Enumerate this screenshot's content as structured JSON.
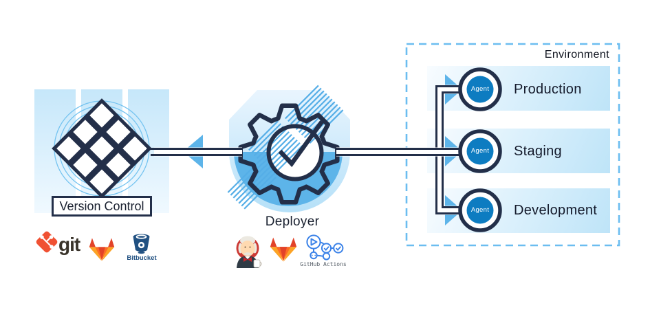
{
  "nodes": {
    "version_control": {
      "label": "Version Control",
      "tools": [
        "Git",
        "GitLab",
        "Bitbucket"
      ],
      "wordmarks": {
        "git": "git",
        "bitbucket": "Bitbucket"
      }
    },
    "deployer": {
      "label": "Deployer",
      "tools": [
        "Jenkins",
        "GitLab",
        "GitHub Actions"
      ],
      "caption_github_actions": "GitHub Actions"
    },
    "environment": {
      "label": "Environment",
      "agent": "Agent",
      "tiers": [
        {
          "label": "Production"
        },
        {
          "label": "Staging"
        },
        {
          "label": "Development"
        }
      ]
    }
  },
  "colors": {
    "outline_navy": "#232f49",
    "accent_blue": "#5db4e9",
    "agent_fill": "#0d7cc1",
    "dashed_border": "#6bbdf0",
    "hatch_blue": "#55aee7",
    "git_red": "#f05133",
    "gitlab_orange": "#fc6d26",
    "gitlab_red": "#e24329",
    "gitlab_amber": "#fca326",
    "bitbucket_blue": "#205081",
    "jenkins_red": "#cc3a35",
    "github_actions_blue": "#3b82e8"
  }
}
